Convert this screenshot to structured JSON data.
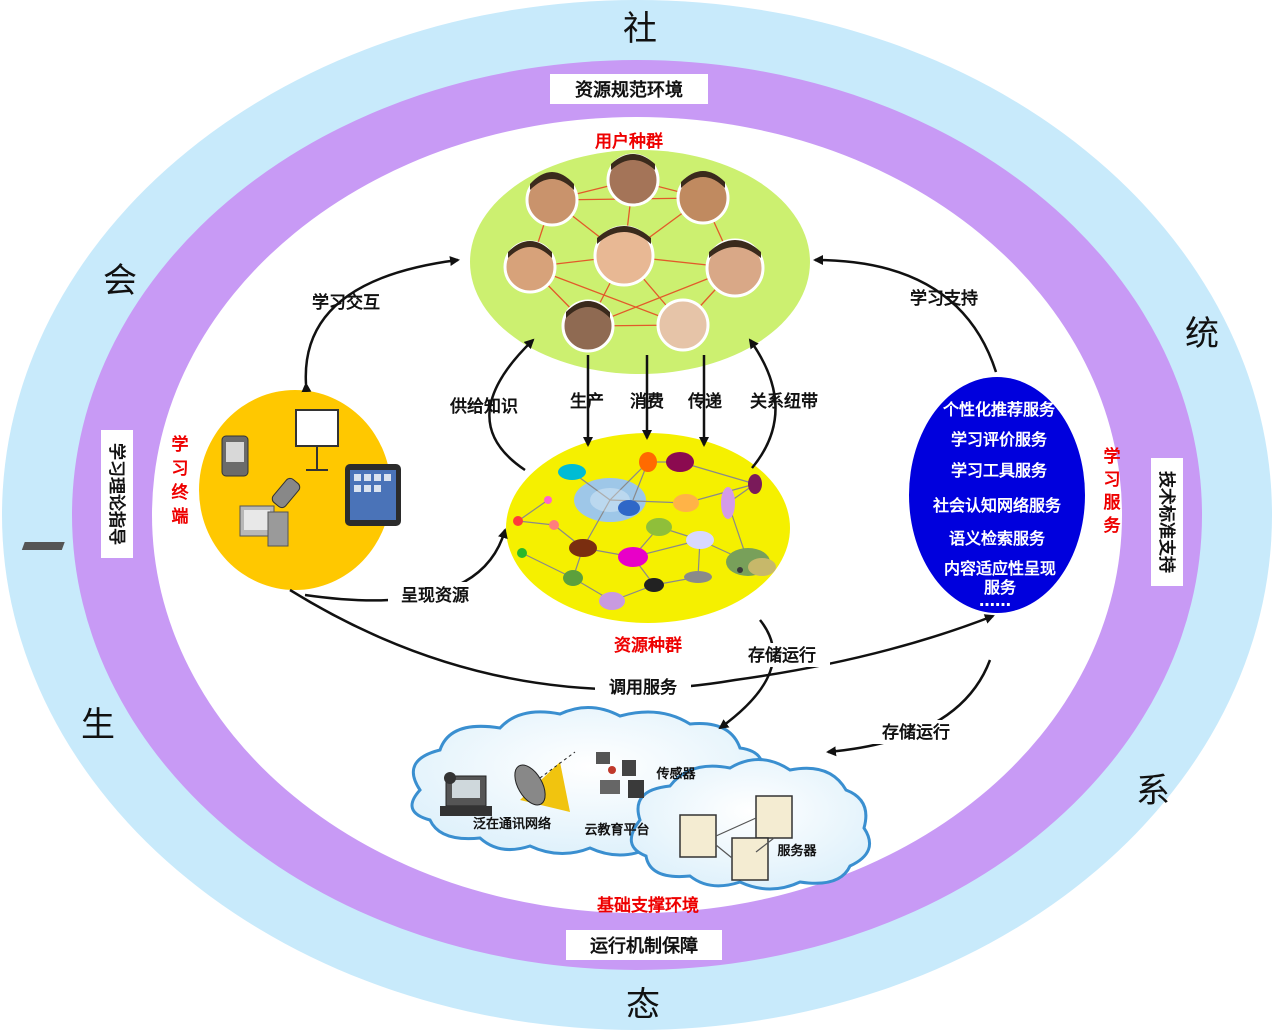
{
  "outer_ring": {
    "top": "社",
    "left_upper": "会",
    "right_upper": "统",
    "left_lower": "生",
    "right_lower": "系",
    "bottom": "态"
  },
  "purple_ring": {
    "top_box": "资源规范环境",
    "bottom_box": "运行机制保障",
    "left_box": "学习理论指导",
    "right_box": "技术标准支持"
  },
  "user_population": {
    "title": "用户种群"
  },
  "resource_population": {
    "title": "资源种群"
  },
  "learning_terminal": {
    "title": "学习终端"
  },
  "learning_service": {
    "title": "学习服务",
    "items": [
      "个性化推荐服务",
      "学习评价服务",
      "学习工具服务",
      "社会认知网络服务",
      "语义检索服务",
      "内容适应性呈现",
      "服务",
      "……"
    ]
  },
  "infrastructure": {
    "title": "基础支撑环境",
    "network": "泛在通讯网络",
    "sensor": "传感器",
    "platform": "云教育平台",
    "server": "服务器"
  },
  "flows": {
    "learning_interaction": "学习交互",
    "learning_support": "学习支持",
    "supply_knowledge": "供给知识",
    "produce": "生产",
    "consume": "消费",
    "transmit": "传递",
    "relation_tie": "关系纽带",
    "present_resource": "呈现资源",
    "store_run_1": "存储运行",
    "invoke_service": "调用服务",
    "store_run_2": "存储运行"
  },
  "colors": {
    "outer_ring": "#c8eafb",
    "purple_ring": "#c89af5",
    "user_ellipse": "#ccf070",
    "resource_ellipse": "#f5f000",
    "terminal_ellipse": "#ffc800",
    "service_ellipse": "#0000dd",
    "label_red": "#ee0000"
  }
}
